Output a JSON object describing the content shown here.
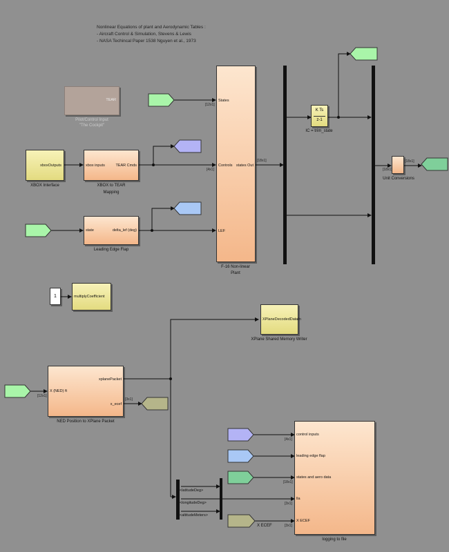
{
  "annotation": {
    "lines": [
      "Nonlinear Equations of plant and Aerodynamic Tables :",
      "- Aircraft Control & Simulation, Stevens & Lewis",
      "- NASA Techincal Paper 1538 Nguyen et al., 1973"
    ]
  },
  "blocks": {
    "pilot_input": {
      "port": "TEAR",
      "caption1": "Pilot/Control Input",
      "caption2": "\"The Cockpit\""
    },
    "xbox_interface": {
      "port": "xboxOutputs",
      "caption": "XBOX Interface"
    },
    "xbox_to_tear": {
      "in_port": "xbox inputs",
      "out_port": "TEAR Cmds",
      "caption1": "XBOX to TEAR",
      "caption2": "Mapping"
    },
    "leading_edge_flap": {
      "in_port": "state",
      "out_port": "delta_lef (deg)",
      "caption": "Leading Edge Flap"
    },
    "f16_plant": {
      "in_states": "States",
      "in_controls": "Controls",
      "in_lef": "LEF",
      "out_states": "states Out",
      "caption1": "F-16 Non-linear",
      "caption2": "Plant"
    },
    "integrator": {
      "top": "K Ts",
      "bottom": "z-1",
      "caption": "IC = trim_state"
    },
    "unit_conversions": {
      "caption": "Unit Conversions"
    },
    "constant": {
      "value": "1"
    },
    "multiply_coefficient": {
      "port": "multiplyCoefficient"
    },
    "xplane_writer": {
      "port": "XPlaneDecodedDataIn",
      "caption": "XPlane Shared Memory Writer"
    },
    "ned_to_xplane": {
      "in_port": "X (NED) ft",
      "out_xplane": "xplanePacket",
      "out_ecef": "x_ecef",
      "caption": "NED Position to XPlane Packet"
    },
    "bus_selector": {
      "signals": [
        "<latitudeDeg>",
        "<longitudeDeg>",
        "<altitudeMeters>"
      ]
    },
    "logging": {
      "ports": [
        "control inputs",
        "leading edge flap",
        "states and aero data",
        "lla",
        "X ECEF"
      ],
      "caption": "logging to file"
    }
  },
  "dims": {
    "states_in": "[12x1]",
    "controls_in": "[4x1]",
    "plant_out": "[18x1]",
    "unit_out": "[18x1]",
    "unit_in": "[18x1]",
    "ned_in": "[12x1]",
    "ecef_out": "[3x1]",
    "log_ctrl": "[4x1]",
    "log_states": "[18x1]",
    "log_lla": "[3x1]",
    "log_ecef": "[3x1]"
  },
  "labels": {
    "x_ecef_goto": "X ECEF"
  },
  "colors": {
    "background": "#909090",
    "green_tag": "#a9f5a9",
    "lavender_tag": "#b3b3f5",
    "blue_tag": "#a9c8f5",
    "seagreen_tag": "#7fcf9a",
    "olive_tag": "#b5b58a",
    "block_orange": "#f4b78a",
    "block_yellow": "#e3db80"
  }
}
